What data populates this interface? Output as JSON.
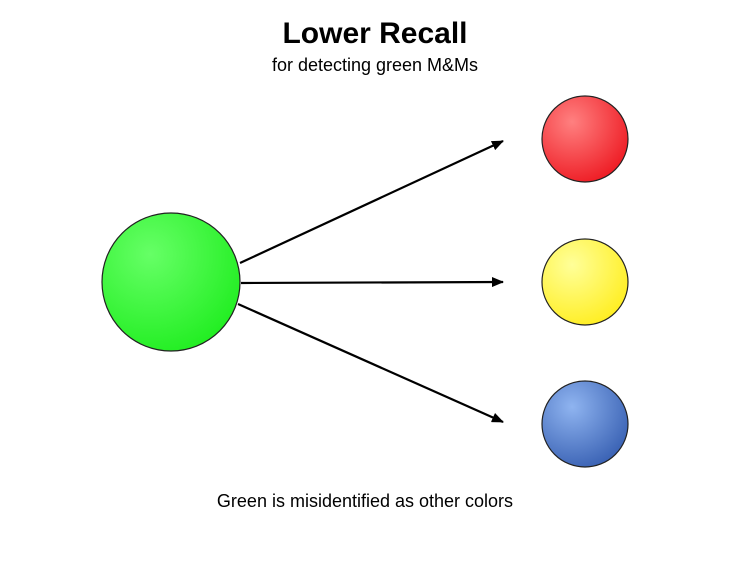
{
  "header": {
    "title": "Lower Recall",
    "subtitle": "for detecting green M&Ms"
  },
  "caption": "Green is misidentified as other colors",
  "nodes": {
    "source": {
      "color": "#22ee22",
      "highlight": "#66ff66",
      "icon": "green-circle"
    },
    "targets": [
      {
        "color": "#ee1c24",
        "highlight": "#ff8080",
        "icon": "red-circle"
      },
      {
        "color": "#ffee22",
        "highlight": "#ffff99",
        "icon": "yellow-circle"
      },
      {
        "color": "#3a62b4",
        "highlight": "#8fb4f0",
        "icon": "blue-circle"
      }
    ]
  },
  "colors": {
    "outline": "#222222",
    "arrow": "#000000"
  }
}
